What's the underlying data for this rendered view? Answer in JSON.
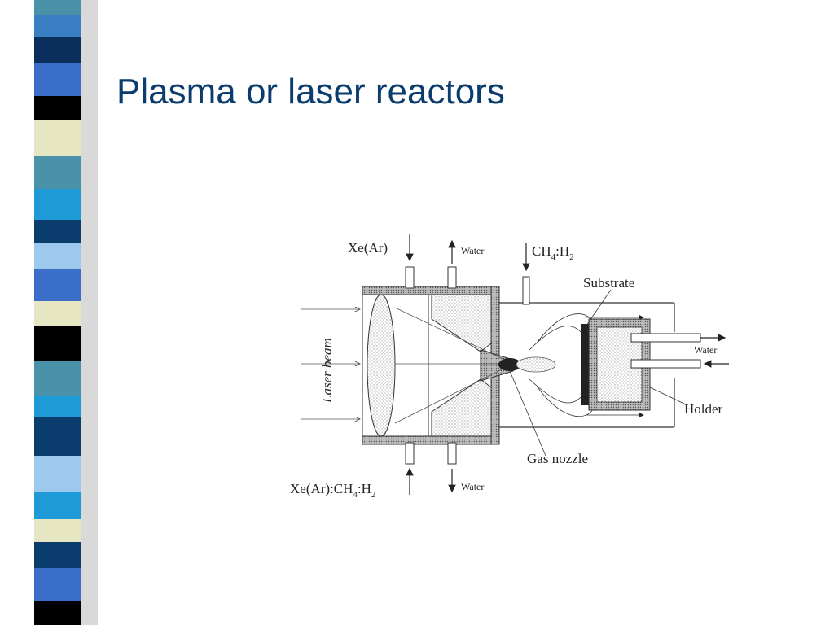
{
  "slide": {
    "title": "Plasma or laser reactors"
  },
  "diagram": {
    "labels": {
      "xe_ar_in": "Xe(Ar)",
      "water_out_top": "Water",
      "ch4_h2": {
        "base1": "CH",
        "sub1": "4",
        "base2": ":H",
        "sub2": "2"
      },
      "substrate": "Substrate",
      "laser_beam": "Laser beam",
      "water_right": "Water",
      "holder": "Holder",
      "gas_nozzle": "Gas nozzle",
      "xe_ar_ch4_h2": {
        "base1": "Xe(Ar):CH",
        "sub1": "4",
        "base2": ":H",
        "sub2": "2"
      },
      "water_in_bottom": "Water"
    }
  }
}
